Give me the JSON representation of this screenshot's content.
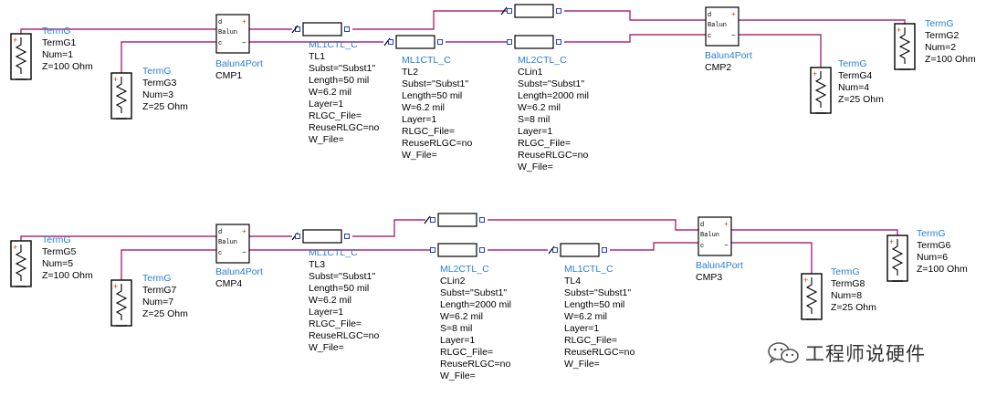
{
  "watermark": {
    "text": "工程师说硬件",
    "icon": "wechat-icon"
  },
  "colors": {
    "wire": "#b0287c",
    "wire2": "#3050c0",
    "label_title": "#2a7fd4",
    "body": "#000000"
  },
  "components": {
    "termg1": {
      "type": "TermG",
      "lines": [
        "TermG1",
        "Num=1",
        "Z=100 Ohm"
      ]
    },
    "termg2": {
      "type": "TermG",
      "lines": [
        "TermG2",
        "Num=2",
        "Z=100 Ohm"
      ]
    },
    "termg3": {
      "type": "TermG",
      "lines": [
        "TermG3",
        "Num=3",
        "Z=25 Ohm"
      ]
    },
    "termg4": {
      "type": "TermG",
      "lines": [
        "TermG4",
        "Num=4",
        "Z=25 Ohm"
      ]
    },
    "termg5": {
      "type": "TermG",
      "lines": [
        "TermG5",
        "Num=5",
        "Z=100 Ohm"
      ]
    },
    "termg6": {
      "type": "TermG",
      "lines": [
        "TermG6",
        "Num=6",
        "Z=100 Ohm"
      ]
    },
    "termg7": {
      "type": "TermG",
      "lines": [
        "TermG7",
        "Num=7",
        "Z=25 Ohm"
      ]
    },
    "termg8": {
      "type": "TermG",
      "lines": [
        "TermG8",
        "Num=8",
        "Z=25 Ohm"
      ]
    },
    "cmp1": {
      "type": "Balun4Port",
      "lines": [
        "CMP1"
      ]
    },
    "cmp2": {
      "type": "Balun4Port",
      "lines": [
        "CMP2"
      ]
    },
    "cmp3": {
      "type": "Balun4Port",
      "lines": [
        "CMP3"
      ]
    },
    "cmp4": {
      "type": "Balun4Port",
      "lines": [
        "CMP4"
      ]
    },
    "tl1": {
      "type": "ML1CTL_C",
      "lines": [
        "TL1",
        "Subst=\"Subst1\"",
        "Length=50 mil",
        "W=6.2 mil",
        "Layer=1",
        "RLGC_File=",
        "ReuseRLGC=no",
        "W_File="
      ]
    },
    "tl2": {
      "type": "ML1CTL_C",
      "lines": [
        "TL2",
        "Subst=\"Subst1\"",
        "Length=50 mil",
        "W=6.2 mil",
        "Layer=1",
        "RLGC_File=",
        "ReuseRLGC=no",
        "W_File="
      ]
    },
    "tl3": {
      "type": "ML1CTL_C",
      "lines": [
        "TL3",
        "Subst=\"Subst1\"",
        "Length=50 mil",
        "W=6.2 mil",
        "Layer=1",
        "RLGC_File=",
        "ReuseRLGC=no",
        "W_File="
      ]
    },
    "tl4": {
      "type": "ML1CTL_C",
      "lines": [
        "TL4",
        "Subst=\"Subst1\"",
        "Length=50 mil",
        "W=6.2 mil",
        "Layer=1",
        "RLGC_File=",
        "ReuseRLGC=no",
        "W_File="
      ]
    },
    "clin1": {
      "type": "ML2CTL_C",
      "lines": [
        "CLin1",
        "Subst=\"Subst1\"",
        "Length=2000 mil",
        "W=6.2 mil",
        "S=8 mil",
        "Layer=1",
        "RLGC_File=",
        "ReuseRLGC=no",
        "W_File="
      ]
    },
    "clin2": {
      "type": "ML2CTL_C",
      "lines": [
        "CLin2",
        "Subst=\"Subst1\"",
        "Length=2000 mil",
        "W=6.2 mil",
        "S=8 mil",
        "Layer=1",
        "RLGC_File=",
        "ReuseRLGC=no",
        "W_File="
      ]
    }
  },
  "balun_text": {
    "top": "d",
    "mid": "Balun",
    "plus": "+",
    "minus": "−",
    "bottom": "c"
  }
}
